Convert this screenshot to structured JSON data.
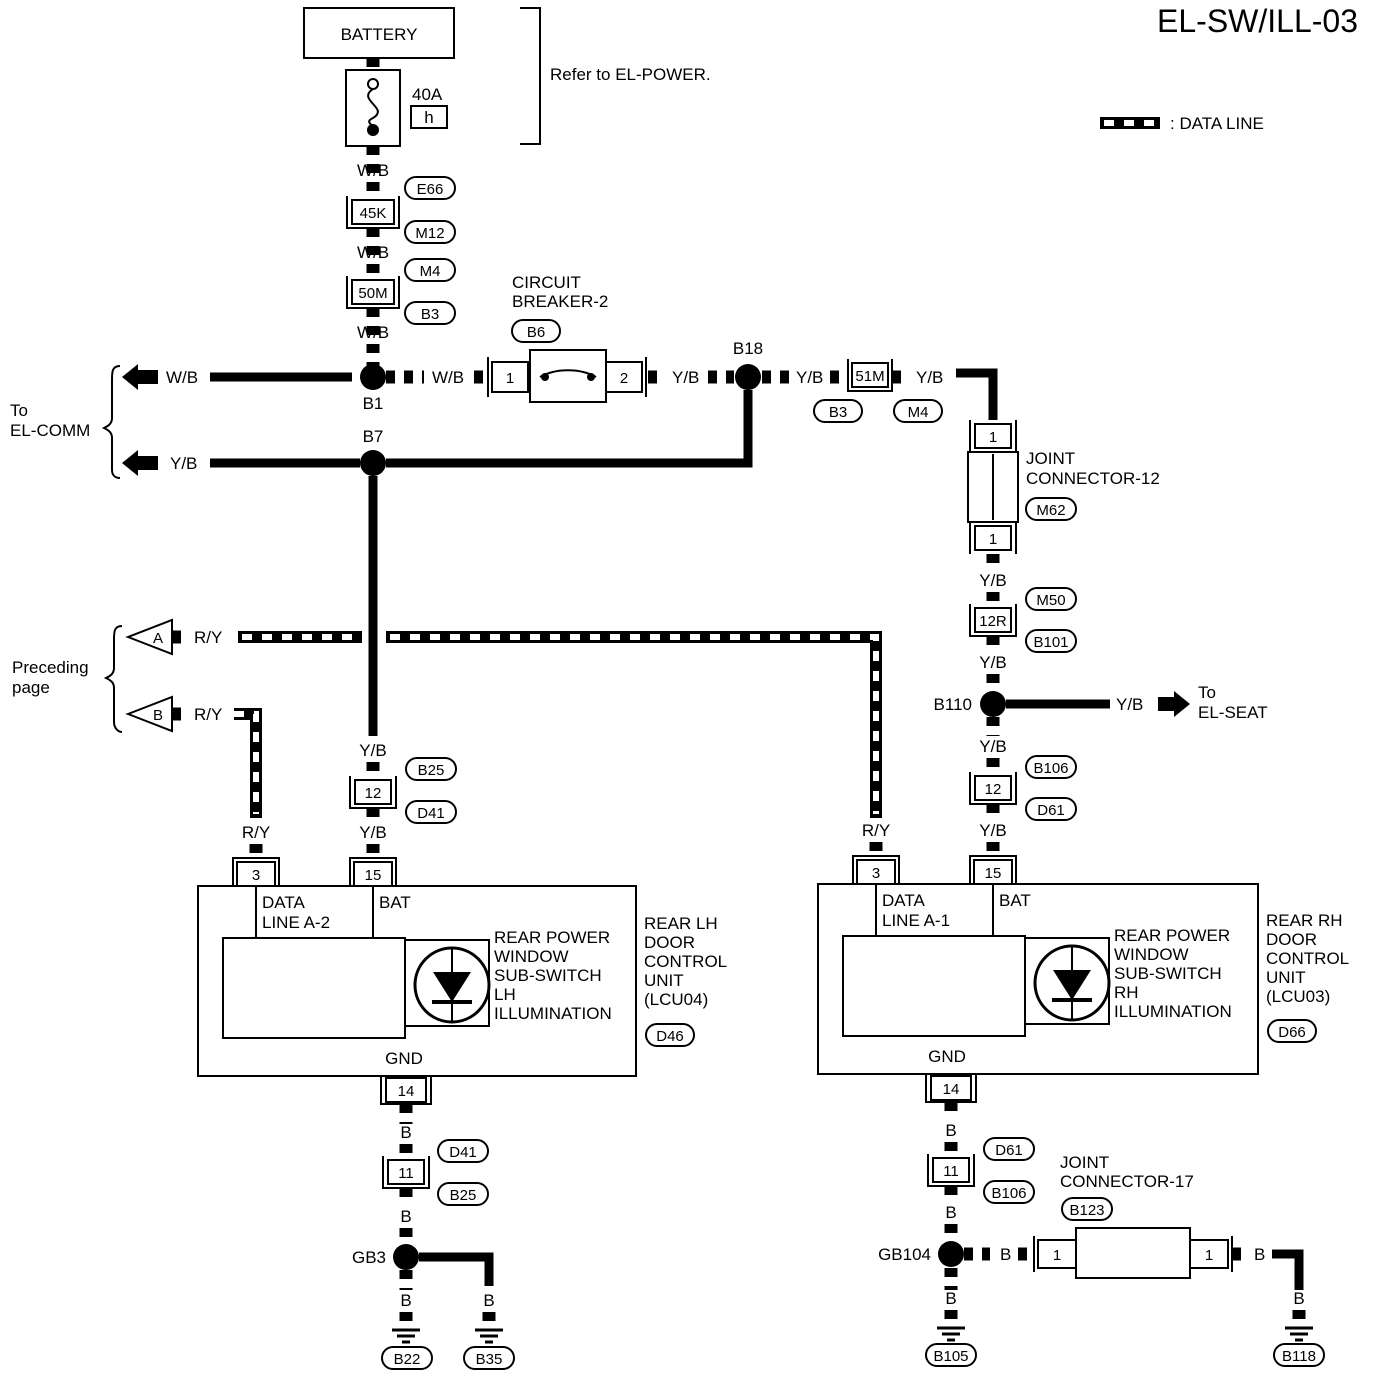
{
  "title": "EL-SW/ILL-03",
  "legend": {
    "data_line": ": DATA LINE"
  },
  "power": {
    "battery": "BATTERY",
    "fuse_amp": "40A",
    "fuse_id": "h",
    "refer": "Refer to EL-POWER."
  },
  "wire_labels": {
    "w_b": "W/B",
    "y_b": "Y/B",
    "r_y": "R/Y",
    "b": "B"
  },
  "connectors": {
    "c45k": "45K",
    "c50m": "50M",
    "c51m": "51M",
    "c12r": "12R",
    "c12": "12",
    "c11": "11",
    "pin1": "1",
    "pin2": "2",
    "pin3": "3",
    "pin14": "14",
    "pin15": "15"
  },
  "harness": {
    "e66": "E66",
    "m12": "M12",
    "m4": "M4",
    "b3": "B3",
    "b6": "B6",
    "m62": "M62",
    "m50": "M50",
    "b101": "B101",
    "b25": "B25",
    "d41": "D41",
    "b106": "B106",
    "d61": "D61",
    "d46": "D46",
    "d66": "D66",
    "b123": "B123",
    "b22": "B22",
    "b35": "B35",
    "b105": "B105",
    "b118": "B118"
  },
  "junctions": {
    "b1": "B1",
    "b7": "B7",
    "b18": "B18",
    "b110": "B110",
    "gb3": "GB3",
    "gb104": "GB104"
  },
  "circuit_breaker": {
    "line1": "CIRCUIT",
    "line2": "BREAKER-2"
  },
  "joint_12": {
    "line1": "JOINT",
    "line2": "CONNECTOR-12"
  },
  "joint_17": {
    "line1": "JOINT",
    "line2": "CONNECTOR-17"
  },
  "to_el_comm": {
    "line1": "To",
    "line2": "EL-COMM"
  },
  "to_el_seat": {
    "line1": "To",
    "line2": "EL-SEAT"
  },
  "preceding": {
    "line1": "Preceding",
    "line2": "page"
  },
  "off_page": {
    "a": "A",
    "b": "B"
  },
  "lh_unit": {
    "data_line_1": "DATA",
    "data_line_2": "LINE A-2",
    "bat": "BAT",
    "gnd": "GND",
    "switch_lines": [
      "REAR POWER",
      "WINDOW",
      "SUB-SWITCH",
      "LH",
      "ILLUMINATION"
    ],
    "name_lines": [
      "REAR LH",
      "DOOR",
      "CONTROL",
      "UNIT",
      "(LCU04)"
    ]
  },
  "rh_unit": {
    "data_line_1": "DATA",
    "data_line_2": "LINE A-1",
    "bat": "BAT",
    "gnd": "GND",
    "switch_lines": [
      "REAR POWER",
      "WINDOW",
      "SUB-SWITCH",
      "RH",
      "ILLUMINATION"
    ],
    "name_lines": [
      "REAR RH",
      "DOOR",
      "CONTROL",
      "UNIT",
      "(LCU03)"
    ]
  }
}
